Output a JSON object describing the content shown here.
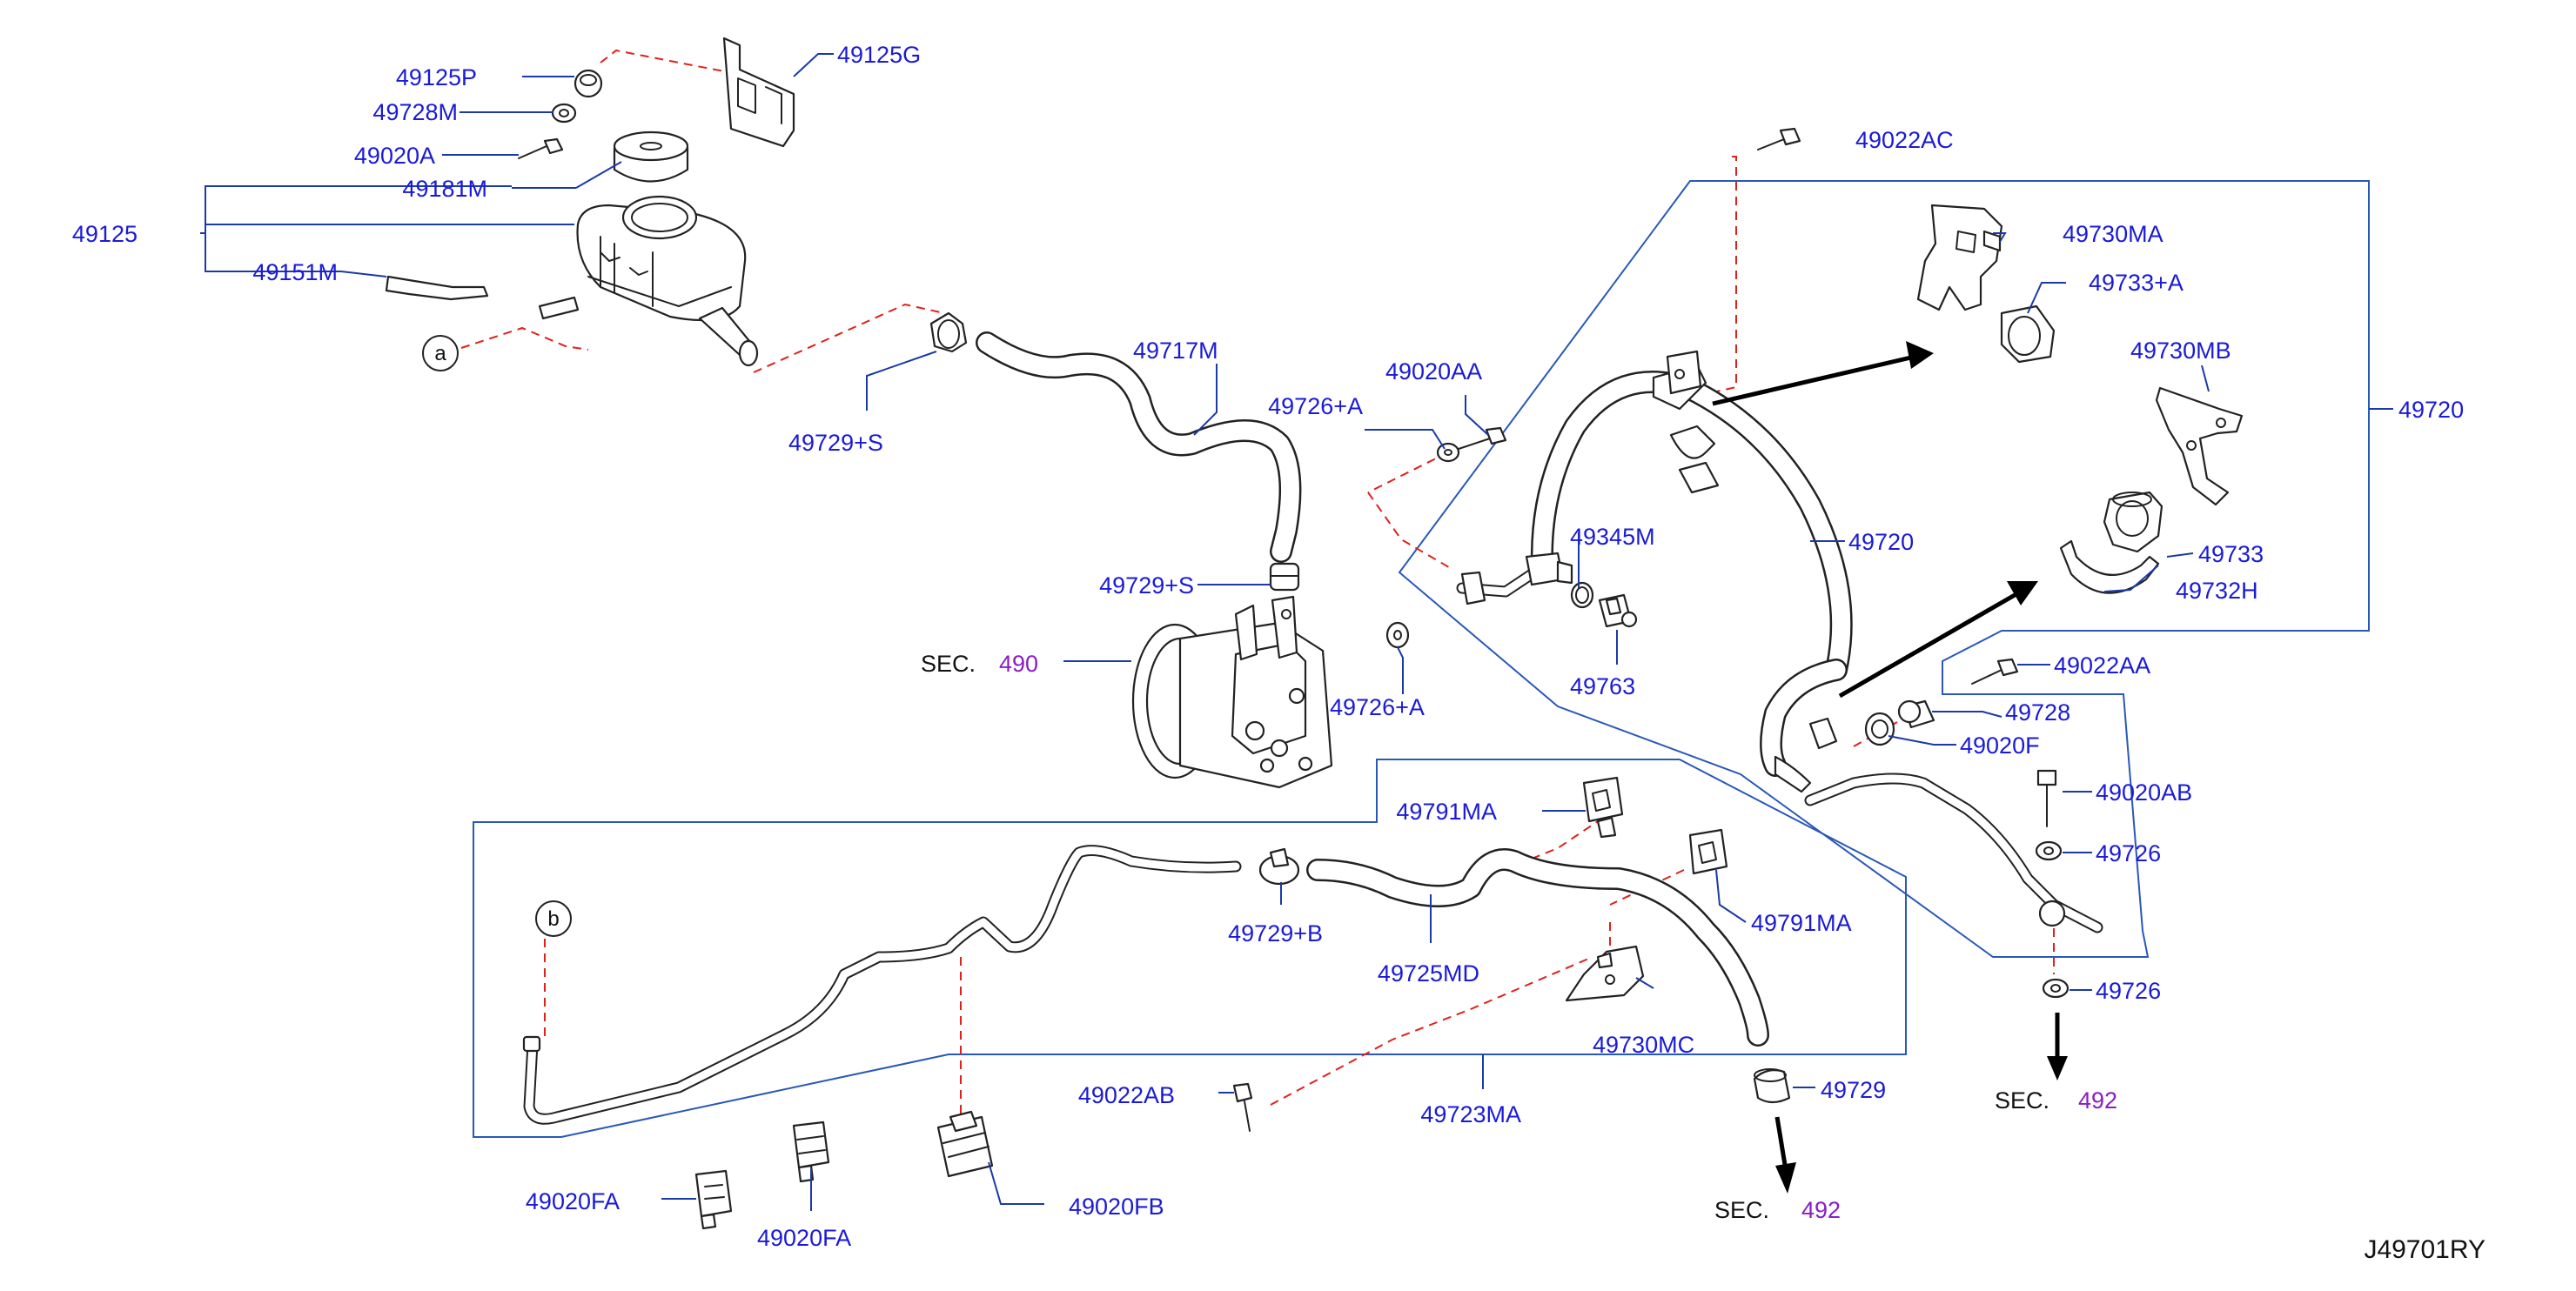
{
  "diagram_code": "J49701RY",
  "callouts": {
    "a": "a",
    "b": "b"
  },
  "sections": {
    "sec_prefix": "SEC.",
    "sec_490": "490",
    "sec_492_right": "492",
    "sec_492_bottom": "492"
  },
  "labels": {
    "p49125P": "49125P",
    "p49728M": "49728M",
    "p49020A": "49020A",
    "p49181M": "49181M",
    "p49125": "49125",
    "p49151M": "49151M",
    "p49125G": "49125G",
    "p49729S_top": "49729+S",
    "p49717M": "49717M",
    "p49729S_pump": "49729+S",
    "p49020AA": "49020AA",
    "p49726A_top": "49726+A",
    "p49726A_bottom": "49726+A",
    "p49345M": "49345M",
    "p49763": "49763",
    "p49022AC": "49022AC",
    "p49730MA": "49730MA",
    "p49733A": "49733+A",
    "p49730MB": "49730MB",
    "p49720_right": "49720",
    "p49720_mid": "49720",
    "p49733": "49733",
    "p49732H": "49732H",
    "p49022AA": "49022AA",
    "p49728": "49728",
    "p49020F": "49020F",
    "p49020AB": "49020AB",
    "p49726_a": "49726",
    "p49726_b": "49726",
    "p49791MA_a": "49791MA",
    "p49791MA_b": "49791MA",
    "p49729B": "49729+B",
    "p49725MD": "49725MD",
    "p49730MC": "49730MC",
    "p49022AB": "49022AB",
    "p49723MA": "49723MA",
    "p49729": "49729",
    "p49020FA_a": "49020FA",
    "p49020FA_b": "49020FA",
    "p49020FB": "49020FB"
  },
  "colors": {
    "label": "#1a1ad8",
    "leader": "#1a3aa8",
    "box": "#2a58b8",
    "dashed": "#e0201a",
    "section_number": "#8a1cc7",
    "line_art": "#222222"
  }
}
